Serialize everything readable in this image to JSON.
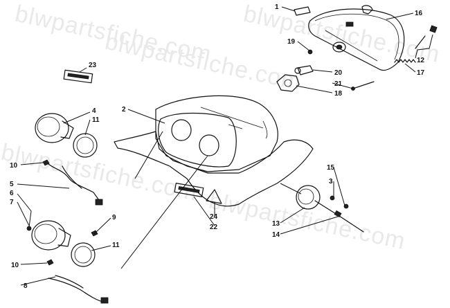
{
  "watermark": {
    "text": "blwpartsfiche.com"
  },
  "callouts": [
    {
      "key": "c1",
      "label": "1"
    },
    {
      "key": "c16",
      "label": "16"
    },
    {
      "key": "c19",
      "label": "19"
    },
    {
      "key": "c12",
      "label": "12"
    },
    {
      "key": "c20",
      "label": "20"
    },
    {
      "key": "c21",
      "label": "21"
    },
    {
      "key": "c17",
      "label": "17"
    },
    {
      "key": "c18",
      "label": "18"
    },
    {
      "key": "c23",
      "label": "23"
    },
    {
      "key": "c2",
      "label": "2"
    },
    {
      "key": "c4",
      "label": "4"
    },
    {
      "key": "c11a",
      "label": "11"
    },
    {
      "key": "c10a",
      "label": "10"
    },
    {
      "key": "c5",
      "label": "5"
    },
    {
      "key": "c6",
      "label": "6"
    },
    {
      "key": "c7",
      "label": "7"
    },
    {
      "key": "c9",
      "label": "9"
    },
    {
      "key": "c11b",
      "label": "11"
    },
    {
      "key": "c10b",
      "label": "10"
    },
    {
      "key": "c8",
      "label": "8"
    },
    {
      "key": "c15",
      "label": "15"
    },
    {
      "key": "c3",
      "label": "3"
    },
    {
      "key": "c13",
      "label": "13"
    },
    {
      "key": "c14",
      "label": "14"
    },
    {
      "key": "c24",
      "label": "24"
    },
    {
      "key": "c22",
      "label": "22"
    }
  ],
  "colors": {
    "ink": "#111111",
    "watermark": "#e9e9e9",
    "background": "#ffffff"
  }
}
